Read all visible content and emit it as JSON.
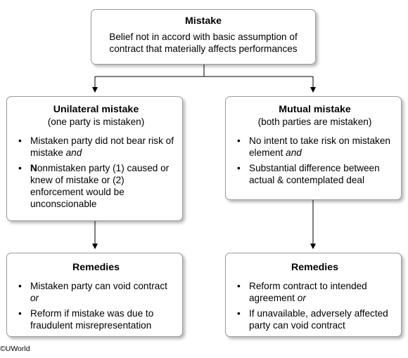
{
  "top": {
    "title": "Mistake",
    "description": "Belief not in accord with basic assumption of contract that materially affects performances"
  },
  "unilateral": {
    "title": "Unilateral mistake",
    "subtitle": "(one party is mistaken)",
    "b1_text": "Mistaken party did not bear risk of mistake ",
    "b1_em": "and",
    "b2_n": "N",
    "b2_text": "onmistaken party (1) caused or knew of mistake or (2) enforcement would be unconscionable"
  },
  "mutual": {
    "title": "Mutual mistake",
    "subtitle": "(both parties are mistaken)",
    "b1_text": "No intent to take risk on mistaken element ",
    "b1_em": "and",
    "b2_text": "Substantial difference between actual & contemplated deal"
  },
  "remedies_left": {
    "title": "Remedies",
    "b1_text": "Mistaken party can void contract ",
    "b1_em": "or",
    "b2_text": "Reform if mistake was due to fraudulent misrepresentation"
  },
  "remedies_right": {
    "title": "Remedies",
    "b1_text": "Reform contract to intended agreement ",
    "b1_em": "or",
    "b2_text": "If unavailable, adversely affected party can void contract"
  },
  "copyright": "©UWorld",
  "colors": {
    "border": "#9a9a9a",
    "connector": "#000000"
  }
}
